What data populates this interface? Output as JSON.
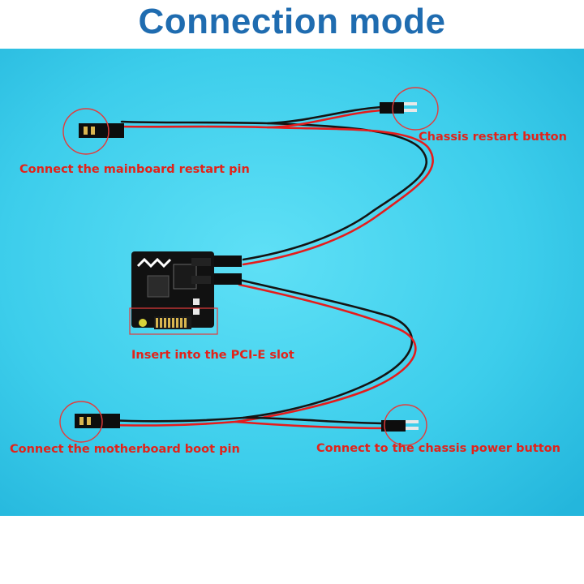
{
  "title": "Connection mode",
  "labels": {
    "chassis_restart": "Chassis restart button",
    "mainboard_restart": "Connect the mainboard restart pin",
    "pcie_slot": "Insert into the PCI-E slot",
    "motherboard_boot": "Connect the motherboard boot pin",
    "chassis_power": "Connect to the chassis power button"
  },
  "colors": {
    "title": "#1f6cb0",
    "label": "#e2231a",
    "background": "#3fd0ee",
    "wire_red": "#e61b1b",
    "wire_black": "#141414",
    "board": "#111111",
    "pin_gold": "#d9b650",
    "highlight_circle": "#e43b3b"
  }
}
